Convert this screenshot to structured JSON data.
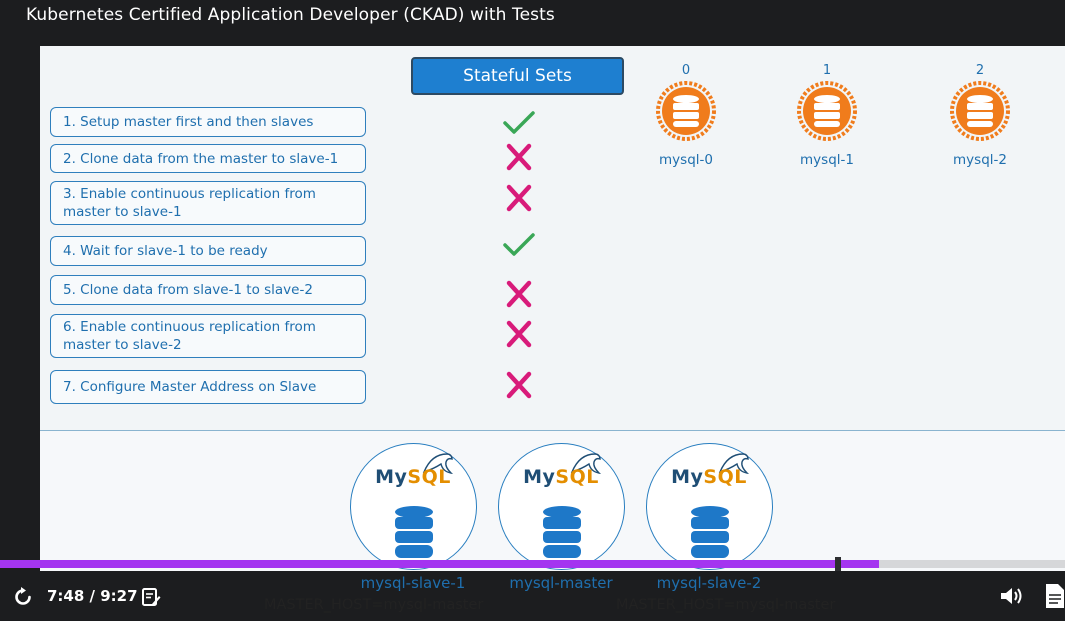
{
  "course": {
    "title": "Kubernetes Certified Application Developer (CKAD) with Tests"
  },
  "slide": {
    "section_title": "Stateful Sets",
    "steps": [
      {
        "label": "1. Setup master first and then slaves",
        "status": "check"
      },
      {
        "label": "2. Clone data from the master to slave-1",
        "status": "cross"
      },
      {
        "label": "3. Enable continuous replication from master to slave-1",
        "status": "cross"
      },
      {
        "label": "4. Wait for slave-1 to be ready",
        "status": "check"
      },
      {
        "label": "5. Clone data from slave-1 to slave-2",
        "status": "cross"
      },
      {
        "label": "6. Enable continuous replication from master to slave-2",
        "status": "cross"
      },
      {
        "label": "7. Configure Master Address on Slave",
        "status": "cross"
      }
    ],
    "pods": [
      {
        "index": "0",
        "name": "mysql-0"
      },
      {
        "index": "1",
        "name": "mysql-1"
      },
      {
        "index": "2",
        "name": "mysql-2"
      }
    ],
    "databases": [
      {
        "logo_my": "My",
        "logo_sql": "SQL",
        "name": "mysql-slave-1",
        "master_host": "MASTER_HOST=mysql-master"
      },
      {
        "logo_my": "My",
        "logo_sql": "SQL",
        "name": "mysql-master",
        "master_host": ""
      },
      {
        "logo_my": "My",
        "logo_sql": "SQL",
        "name": "mysql-slave-2",
        "master_host": "MASTER_HOST=mysql-master"
      }
    ]
  },
  "player": {
    "current_time": "7:48",
    "duration": "9:27",
    "time_display": "7:48 / 9:27",
    "progress_fraction": 0.825,
    "icons": [
      "replay-icon",
      "notes-icon",
      "volume-icon",
      "transcript-icon"
    ]
  },
  "colors": {
    "accent": "#a435f0",
    "check": "#3aa757",
    "cross": "#d81b7a",
    "pod_orange": "#f07c1c",
    "db_blue": "#1e78c8"
  }
}
